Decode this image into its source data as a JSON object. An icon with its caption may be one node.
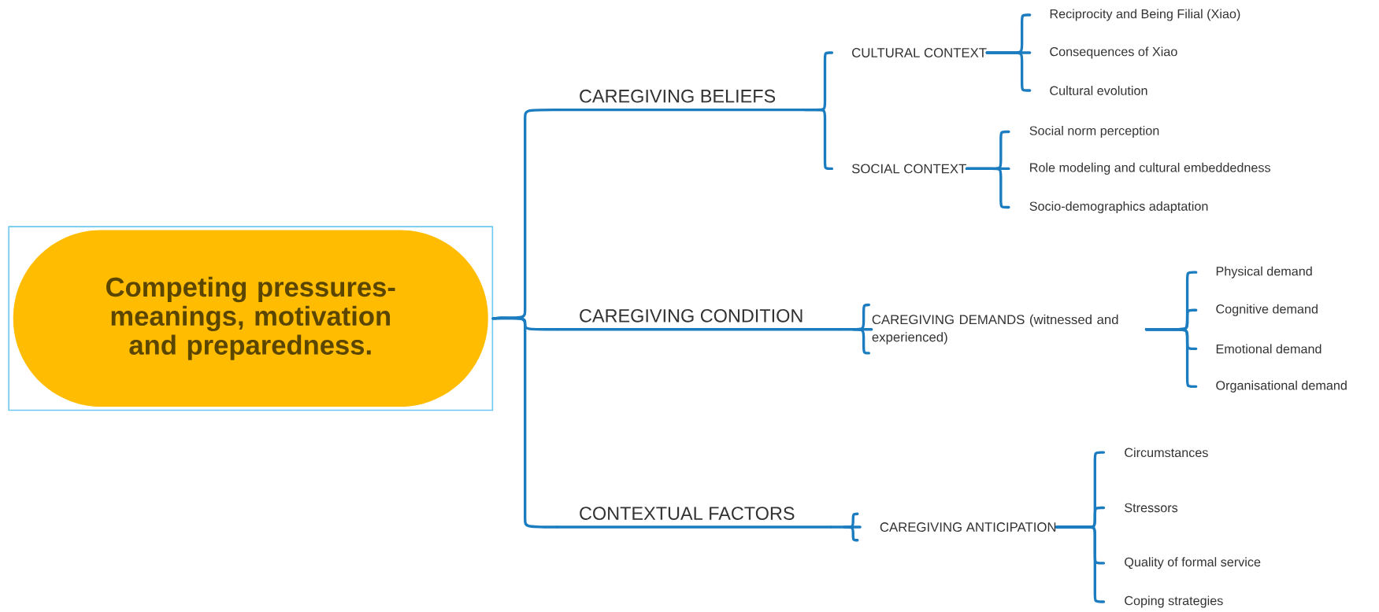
{
  "diagram": {
    "nodes": [
      {
        "text": [
          "Competing pressures- meanings, motivation and preparedness."
        ]
      },
      {
        "text": [
          "CAREGIVING BELIEFS"
        ]
      },
      {
        "text": [
          "CULTURAL CONTEXT"
        ]
      },
      {
        "text": [
          "Reciprocity and Being Filial (Xiao)"
        ]
      },
      {
        "text": [
          "Consequences of Xiao"
        ]
      },
      {
        "text": [
          "Cultural evolution"
        ]
      },
      {
        "text": [
          "SOCIAL CONTEXT"
        ]
      },
      {
        "text": [
          "Social norm perception"
        ]
      },
      {
        "text": [
          "Role modeling and cultural embeddedness"
        ]
      },
      {
        "text": [
          "Socio-demographics adaptation"
        ]
      },
      {
        "text": [
          "CAREGIVING CONDITION"
        ]
      },
      {
        "text": [
          "CAREGIVING DEMANDS (witnessed and experienced)"
        ]
      },
      {
        "text": [
          "Physical demand"
        ]
      },
      {
        "text": [
          "Cognitive demand"
        ]
      },
      {
        "text": [
          "Emotional demand"
        ]
      },
      {
        "text": [
          "Organisational demand"
        ]
      },
      {
        "text": [
          "CONTEXTUAL FACTORS"
        ]
      },
      {
        "text": [
          "CAREGIVING ANTICIPATION"
        ]
      },
      {
        "text": [
          "Circumstances"
        ]
      },
      {
        "text": [
          "Stressors"
        ]
      },
      {
        "text": [
          "Quality of formal service"
        ]
      },
      {
        "text": [
          "Coping strategies"
        ]
      }
    ],
    "edges": [
      {
        "from": 0,
        "to": 1,
        "arrow": "none"
      },
      {
        "from": 0,
        "to": 10,
        "arrow": "none"
      },
      {
        "from": 0,
        "to": 16,
        "arrow": "none"
      },
      {
        "from": 1,
        "to": 2,
        "arrow": "none"
      },
      {
        "from": 1,
        "to": 6,
        "arrow": "none"
      },
      {
        "from": 2,
        "to": 3,
        "arrow": "none"
      },
      {
        "from": 2,
        "to": 4,
        "arrow": "none"
      },
      {
        "from": 2,
        "to": 5,
        "arrow": "none"
      },
      {
        "from": 6,
        "to": 7,
        "arrow": "none"
      },
      {
        "from": 6,
        "to": 8,
        "arrow": "none"
      },
      {
        "from": 6,
        "to": 9,
        "arrow": "none"
      },
      {
        "from": 10,
        "to": 11,
        "arrow": "none"
      },
      {
        "from": 11,
        "to": 12,
        "arrow": "none"
      },
      {
        "from": 11,
        "to": 13,
        "arrow": "none"
      },
      {
        "from": 11,
        "to": 14,
        "arrow": "none"
      },
      {
        "from": 11,
        "to": 15,
        "arrow": "none"
      },
      {
        "from": 16,
        "to": 17,
        "arrow": "none"
      },
      {
        "from": 17,
        "to": 18,
        "arrow": "none"
      },
      {
        "from": 17,
        "to": 19,
        "arrow": "none"
      },
      {
        "from": 17,
        "to": 20,
        "arrow": "none"
      },
      {
        "from": 17,
        "to": 21,
        "arrow": "none"
      }
    ]
  }
}
